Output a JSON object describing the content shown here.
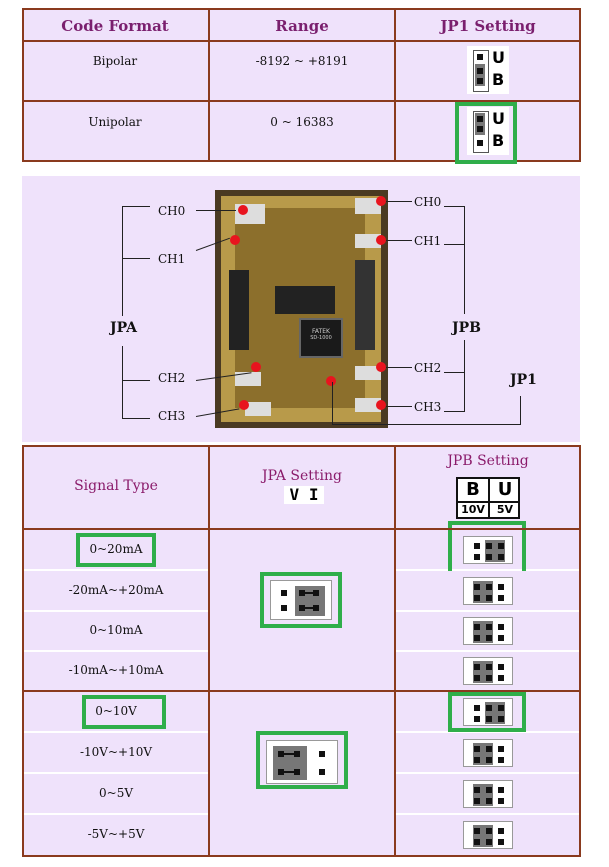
{
  "table1": {
    "headers": [
      "Code Format",
      "Range",
      "JP1 Setting"
    ],
    "rows": [
      {
        "format": "Bipolar",
        "range": "-8192 ~ +8191",
        "jumper_letters": [
          "U",
          "B"
        ],
        "jumper_position": "bottom",
        "highlighted": false
      },
      {
        "format": "Unipolar",
        "range": "0 ~ 16383",
        "jumper_letters": [
          "U",
          "B"
        ],
        "jumper_position": "top",
        "highlighted": true
      }
    ]
  },
  "board": {
    "jpa_label": "JPA",
    "jpb_label": "JPB",
    "jp1_label": "JP1",
    "left_channels": [
      "CH0",
      "CH1",
      "CH2",
      "CH3"
    ],
    "right_channels": [
      "CH0",
      "CH1",
      "CH2",
      "CH3"
    ],
    "chip_text": [
      "FATEK",
      "SD-1000"
    ]
  },
  "table2": {
    "headers": {
      "signal_type": "Signal Type",
      "jpa_setting": "JPA Setting",
      "jpb_setting": "JPB Setting"
    },
    "jpa_letters": [
      "V",
      "I"
    ],
    "jpb_letters": [
      "B",
      "U"
    ],
    "jpb_voltages": [
      "10V",
      "5V"
    ],
    "rows": [
      {
        "signal": "0~20mA",
        "highlighted": true,
        "jpb_highlighted": true
      },
      {
        "signal": "-20mA~+20mA",
        "highlighted": false,
        "jpb_highlighted": false
      },
      {
        "signal": "0~10mA",
        "highlighted": false,
        "jpb_highlighted": false
      },
      {
        "signal": "-10mA~+10mA",
        "highlighted": false,
        "jpb_highlighted": false
      },
      {
        "signal": "0~10V",
        "highlighted": true,
        "jpb_highlighted": true
      },
      {
        "signal": "-10V~+10V",
        "highlighted": false,
        "jpb_highlighted": false
      },
      {
        "signal": "0~5V",
        "highlighted": false,
        "jpb_highlighted": false
      },
      {
        "signal": "-5V~+5V",
        "highlighted": false,
        "jpb_highlighted": false
      }
    ],
    "jpa_groups": [
      {
        "mode": "current",
        "highlighted": true
      },
      {
        "mode": "voltage",
        "highlighted": true
      }
    ]
  },
  "colors": {
    "cell_bg": "#efe2fb",
    "border": "#8a3a1e",
    "header_text": "#7a1f6e",
    "highlight": "#2fae4a",
    "red_marker": "#e8141e"
  }
}
